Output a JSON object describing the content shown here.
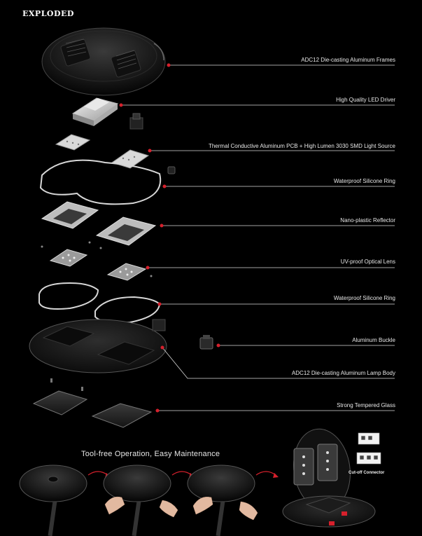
{
  "header": {
    "title": "EXPLODED"
  },
  "callouts": [
    {
      "label": "ADC12 Die-casting Aluminum Frames"
    },
    {
      "label": "High Quality LED Driver"
    },
    {
      "label": "Thermal Conductive Aluminum PCB + High Lumen 3030 SMD Light Source"
    },
    {
      "label": "Waterproof Silicone Ring"
    },
    {
      "label": "Nano-plastic Reflector"
    },
    {
      "label": "UV-proof Optical Lens"
    },
    {
      "label": "Waterproof Silicone Ring"
    },
    {
      "label": "Aluminum Buckle"
    },
    {
      "label": "ADC12 Die-casting Aluminum Lamp Body"
    },
    {
      "label": "Strong Tempered Glass"
    }
  ],
  "maintenance": {
    "tagline": "Tool-free Operation, Easy Maintenance",
    "connector_label": "Cut-off Connector"
  },
  "colors": {
    "accent": "#d6202c",
    "line": "#d9d9d9",
    "part_dark": "#1b1b1b",
    "part_light": "#cfcfcf"
  }
}
